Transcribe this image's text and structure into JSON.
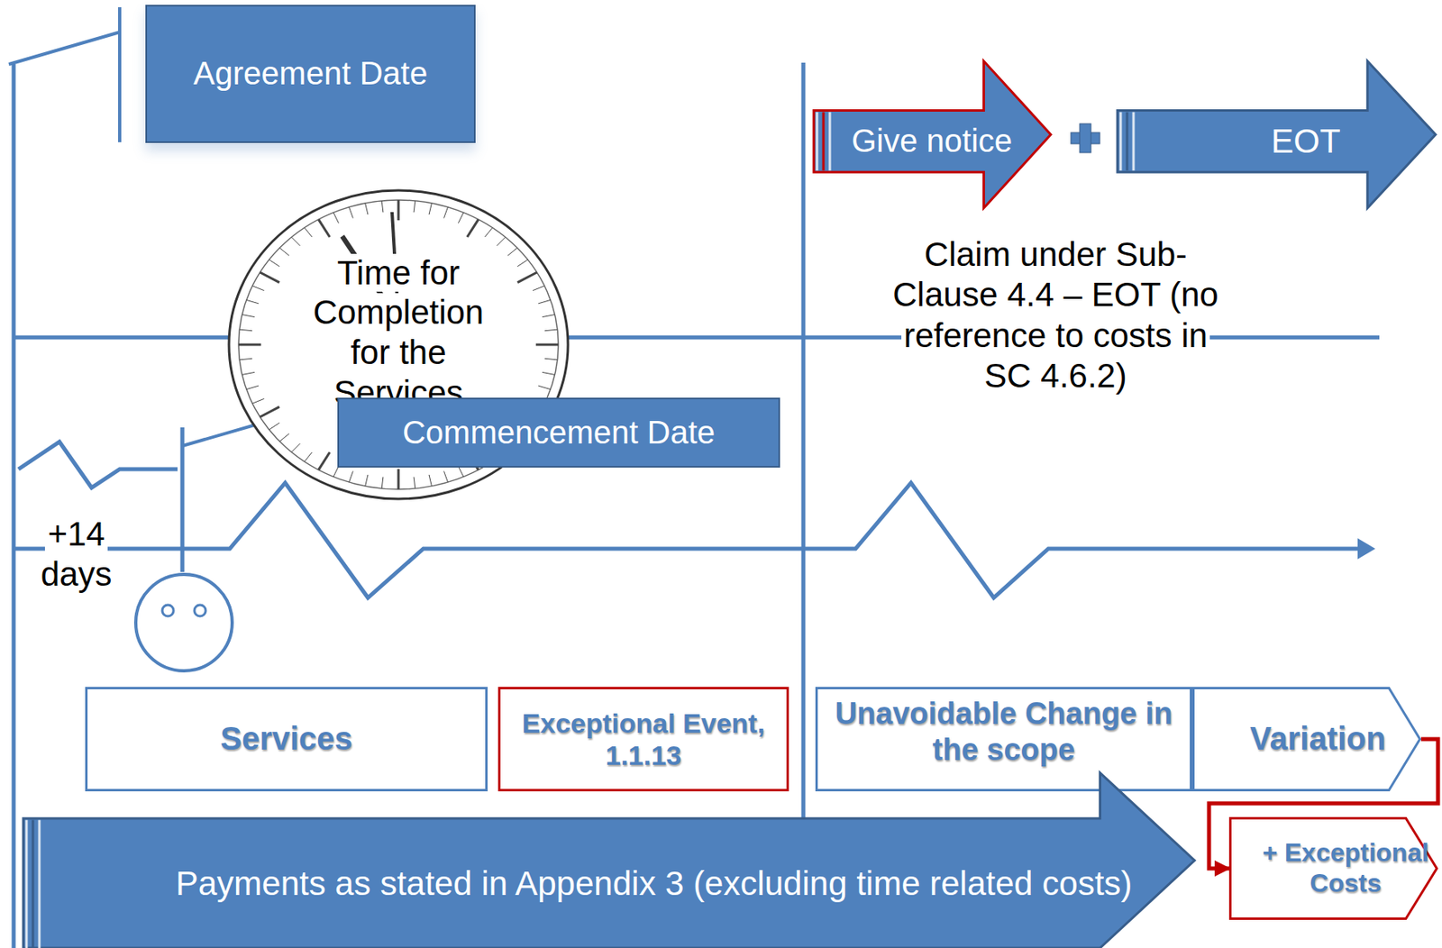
{
  "diagram": {
    "nodes": [
      {
        "text": [
          "Agreement Date"
        ]
      },
      {
        "text": [
          "Time for Completion for the Services"
        ]
      },
      {
        "text": [
          "Give notice"
        ]
      },
      {
        "text": [
          "EOT"
        ]
      },
      {
        "text": [
          "Commencement Date"
        ]
      },
      {
        "text": [
          "Services"
        ]
      },
      {
        "text": [
          "Exceptional Event, 1.1.13"
        ]
      },
      {
        "text": [
          "Unavoidable Change in the scope"
        ]
      },
      {
        "text": [
          "Variation"
        ]
      },
      {
        "text": [
          "Payments as stated in Appendix 3 (excluding time related costs)"
        ]
      },
      {
        "text": [
          "+ Exceptional Costs"
        ]
      }
    ],
    "edges": [
      {
        "from": 8,
        "to": 10,
        "arrow": "to"
      }
    ],
    "labels": [
      "Claim under Sub-Clause 4.4 – EOT (no reference to costs in SC 4.6.2)",
      "+14 days"
    ]
  }
}
